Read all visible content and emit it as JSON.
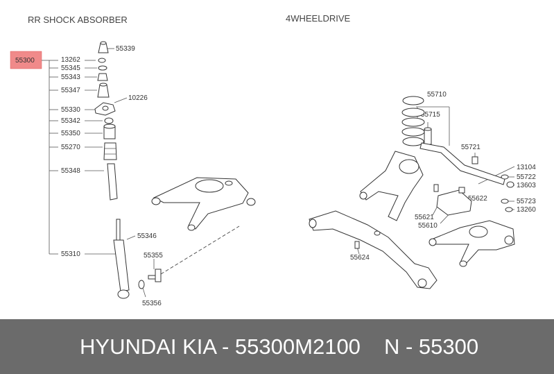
{
  "titles": {
    "left": "RR SHOCK ABSORBER",
    "right": "4WHEELDRIVE"
  },
  "highlight": {
    "label": "55300",
    "color": "#f08a8a"
  },
  "labels": {
    "l55339": "55339",
    "l13262": "13262",
    "l55345": "55345",
    "l55343": "55343",
    "l55347": "55347",
    "l10226": "10226",
    "l55330": "55330",
    "l55342": "55342",
    "l55350": "55350",
    "l55270": "55270",
    "l55348": "55348",
    "l55346": "55346",
    "l55355": "55355",
    "l55310": "55310",
    "l55356": "55356",
    "l55710": "55710",
    "l55715": "55715",
    "l55721": "55721",
    "l13104": "13104",
    "l55722": "55722",
    "l13603": "13603",
    "l55622": "55622",
    "l55723": "55723",
    "l13260": "13260",
    "l55621": "55621",
    "l55610": "55610",
    "l55624": "55624"
  },
  "footer": {
    "brand": "HYUNDAI  KIA - 55300M2100",
    "number": "N - 55300",
    "background": "#6b6b6b"
  }
}
